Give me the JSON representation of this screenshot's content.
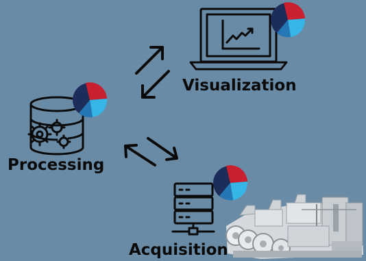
{
  "diagram": {
    "nodes": {
      "visualization": {
        "label": "Visualization",
        "icon": "laptop-chart-icon",
        "badge": "brand-logo"
      },
      "processing": {
        "label": "Processing",
        "icon": "database-gears-icon",
        "badge": "brand-logo"
      },
      "acquisition": {
        "label": "Acquisition",
        "icon": "server-network-icon",
        "badge": "brand-logo",
        "image": "compressor-machine"
      }
    },
    "edges": [
      {
        "from": "processing",
        "to": "visualization",
        "direction": "bidirectional"
      },
      {
        "from": "processing",
        "to": "acquisition",
        "direction": "bidirectional"
      }
    ]
  },
  "colors": {
    "background": "#6a8ba5",
    "ink": "#0a0a0a",
    "logo_red": "#c8202e",
    "logo_blue": "#35b6e6",
    "logo_navy": "#1c2d5a"
  }
}
